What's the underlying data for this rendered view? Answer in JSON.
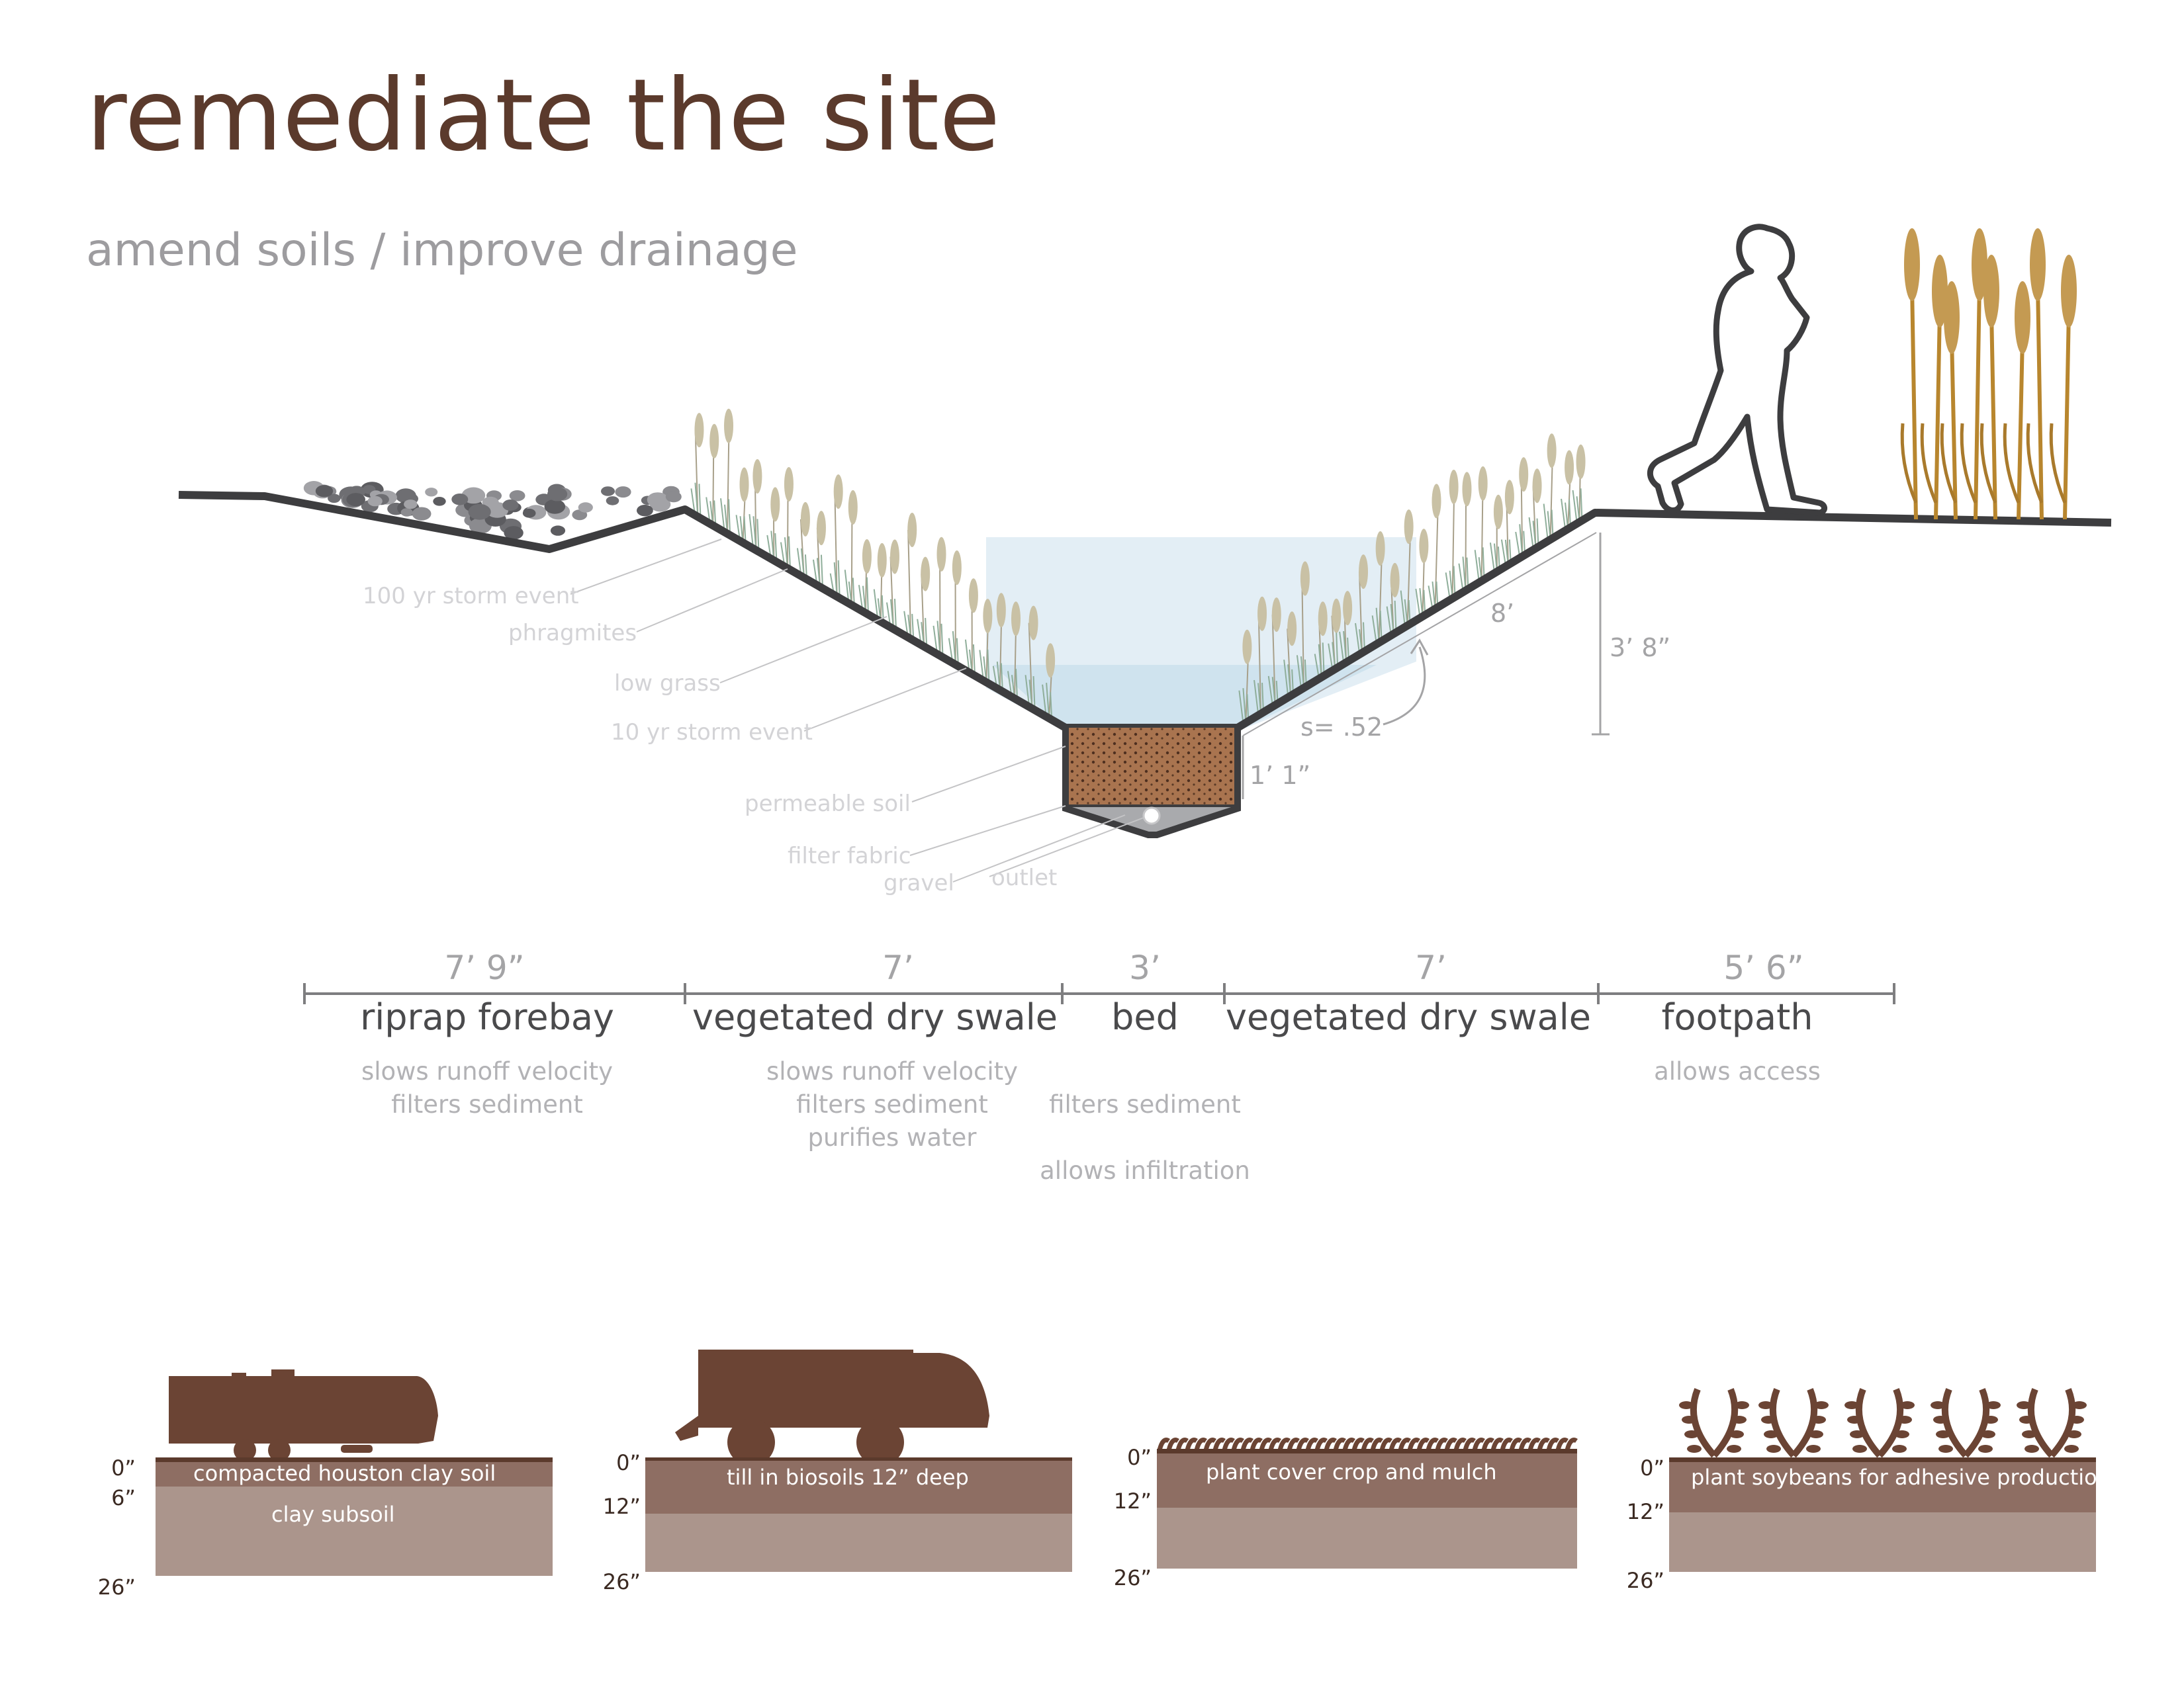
{
  "title": "remediate the site",
  "subtitle": "amend soils / improve drainage",
  "colors": {
    "title": "#5b3a2c",
    "section_line": "#3d3d3f",
    "soil_top": "#6b4434",
    "soil_mid": "#8e6e63",
    "soil_low": "#ab958c",
    "water": "#d7e7f0",
    "label_grey": "#d3d3d6"
  },
  "section": {
    "labels": [
      "100 yr storm event",
      "phragmites",
      "low grass",
      "10 yr storm event",
      "permeable soil",
      "filter fabric",
      "gravel",
      "outlet"
    ],
    "dimensions": {
      "slope_length": "8’",
      "height": "3’ 8”",
      "slope": "s= .52",
      "bed_depth": "1’ 1”"
    }
  },
  "segments": [
    {
      "dim": "7’ 9”",
      "name": "riprap forebay",
      "notes": [
        "slows runoff velocity",
        "filters sediment"
      ]
    },
    {
      "dim": "7’",
      "name": "vegetated dry swale",
      "notes": [
        "slows runoff velocity",
        "filters sediment",
        "purifies water"
      ]
    },
    {
      "dim": "3’",
      "name": "bed",
      "notes": [
        "",
        "filters sediment",
        "",
        "allows infiltration"
      ]
    },
    {
      "dim": "7’",
      "name": "vegetated dry swale",
      "notes": []
    },
    {
      "dim": "5’ 6”",
      "name": "footpath",
      "notes": [
        "allows access"
      ]
    }
  ],
  "panels": [
    {
      "depths": [
        "0”",
        "6”",
        "26”"
      ],
      "labels": [
        "compacted houston clay soil",
        "clay subsoil"
      ],
      "icon": "compactor-truck-icon"
    },
    {
      "depths": [
        "0”",
        "12”",
        "26”"
      ],
      "labels": [
        "till in  biosoils 12” deep"
      ],
      "icon": "tiller-truck-icon"
    },
    {
      "depths": [
        "0”",
        "12”",
        "26”"
      ],
      "labels": [
        "plant cover crop and mulch"
      ],
      "icon": "cover-crop-icon"
    },
    {
      "depths": [
        "0”",
        "12”",
        "26”"
      ],
      "labels": [
        "plant soybeans for adhesive production"
      ],
      "icon": "soybean-plants-icon"
    }
  ]
}
